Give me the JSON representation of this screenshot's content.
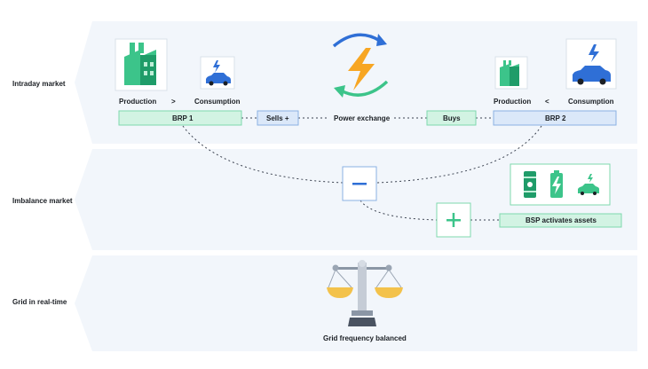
{
  "rows": {
    "intraday": "Intraday market",
    "imbalance": "Imbalance market",
    "grid": "Grid in real-time"
  },
  "left_party": {
    "production": "Production",
    "consumption": "Consumption",
    "arrow": ">",
    "brp": "BRP 1",
    "action": "Sells +"
  },
  "right_party": {
    "production": "Production",
    "consumption": "Consumption",
    "arrow": "<",
    "brp": "BRP 2",
    "action": "Buys"
  },
  "center": {
    "exchange": "Power exchange"
  },
  "imbalance": {
    "bsp": "BSP activates assets"
  },
  "grid": {
    "caption": "Grid frequency balanced"
  },
  "colors": {
    "band": "#f2f6fb",
    "brp_fill": "#d2f3e3",
    "brp_stroke": "#7fd8ae",
    "sells_fill": "#dbe8f9",
    "sells_stroke": "#8bb1e3",
    "green": "#3cc48a",
    "dark_green": "#1f9c69",
    "blue": "#2f6fd6",
    "orange": "#f7a623",
    "gold": "#f3c24b"
  }
}
